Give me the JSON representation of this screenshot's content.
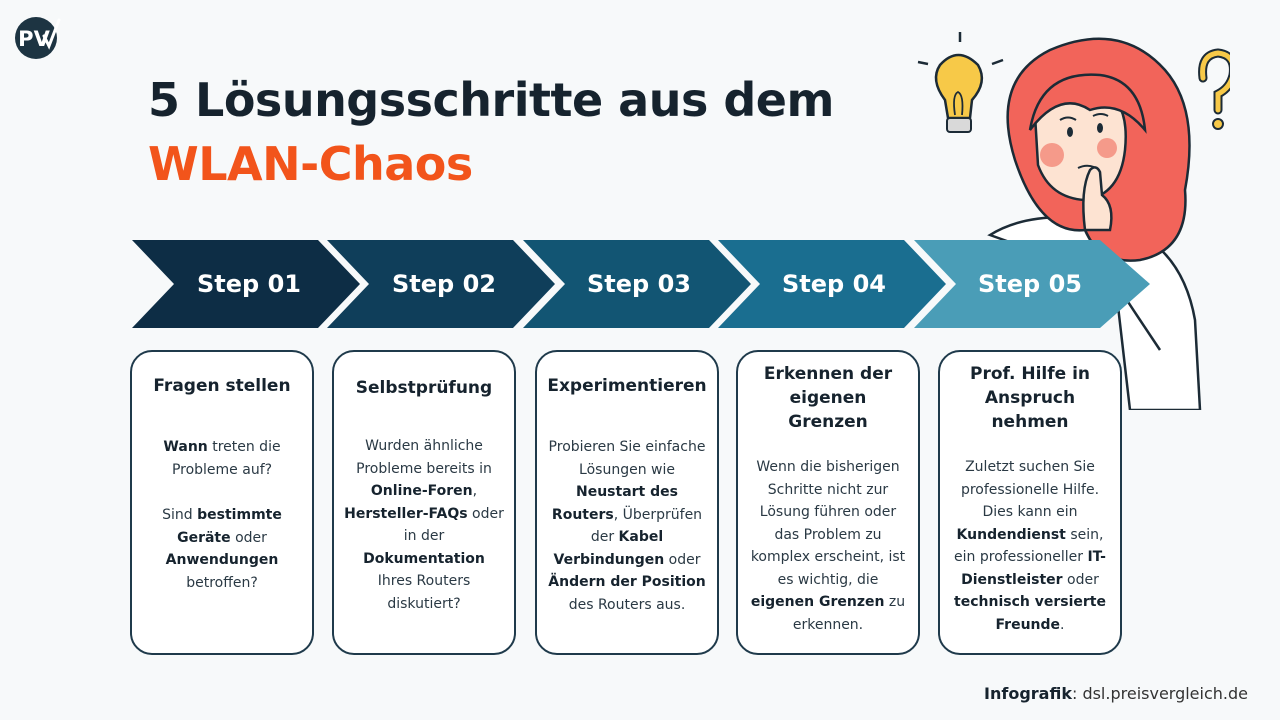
{
  "logo": {
    "text": "PV"
  },
  "title": {
    "line1": "5 Lösungsschritte aus dem",
    "line2": "WLAN-Chaos"
  },
  "colors": {
    "accent": "#f2541b",
    "dark": "#16232e",
    "step1": "#0d2d45",
    "step2": "#0f3e5a",
    "step3": "#125573",
    "step4": "#1a6e90",
    "step5": "#4a9db7"
  },
  "steps": [
    {
      "label": "Step 01",
      "heading": "Fragen stellen",
      "p1": [
        {
          "t": "Wann",
          "b": true
        },
        {
          "t": " treten die Probleme auf?",
          "b": false
        }
      ],
      "p2": [
        {
          "t": "Sind ",
          "b": false
        },
        {
          "t": "bestimmte Geräte",
          "b": true
        },
        {
          "t": " oder ",
          "b": false
        },
        {
          "t": "Anwendungen",
          "b": true
        },
        {
          "t": " betroffen?",
          "b": false
        }
      ]
    },
    {
      "label": "Step 02",
      "heading": "Selbstprüfung",
      "p1": [
        {
          "t": "Wurden ähnliche Probleme bereits in ",
          "b": false
        },
        {
          "t": "Online-Foren",
          "b": true
        },
        {
          "t": ", ",
          "b": false
        },
        {
          "t": "Hersteller-FAQs",
          "b": true
        },
        {
          "t": " oder in der ",
          "b": false
        },
        {
          "t": "Dokumentation",
          "b": true
        },
        {
          "t": " Ihres Routers diskutiert?",
          "b": false
        }
      ]
    },
    {
      "label": "Step 03",
      "heading": "Experimentieren",
      "p1": [
        {
          "t": "Probieren Sie einfache Lösungen wie ",
          "b": false
        },
        {
          "t": "Neustart des Routers",
          "b": true
        },
        {
          "t": ", Überprüfen der ",
          "b": false
        },
        {
          "t": "Kabel Verbindungen",
          "b": true
        },
        {
          "t": " oder ",
          "b": false
        },
        {
          "t": "Ändern der Position",
          "b": true
        },
        {
          "t": " des Routers aus.",
          "b": false
        }
      ]
    },
    {
      "label": "Step 04",
      "heading": "Erkennen der eigenen Grenzen",
      "p1": [
        {
          "t": "Wenn die bisherigen Schritte nicht zur Lösung führen oder das Problem zu komplex erscheint, ist es wichtig, die ",
          "b": false
        },
        {
          "t": "eigenen Grenzen",
          "b": true
        },
        {
          "t": " zu erkennen.",
          "b": false
        }
      ]
    },
    {
      "label": "Step 05",
      "heading": "Prof. Hilfe in Anspruch nehmen",
      "p1": [
        {
          "t": "Zuletzt suchen Sie professionelle Hilfe. Dies kann ein ",
          "b": false
        },
        {
          "t": "Kundendienst",
          "b": true
        },
        {
          "t": " sein, ein professioneller ",
          "b": false
        },
        {
          "t": "IT-Dienstleister",
          "b": true
        },
        {
          "t": " oder ",
          "b": false
        },
        {
          "t": "technisch versierte Freunde",
          "b": true
        },
        {
          "t": ".",
          "b": false
        }
      ]
    }
  ],
  "footer": {
    "label": "Infografik",
    "sep": ": ",
    "site": "dsl.preisvergleich.de"
  }
}
